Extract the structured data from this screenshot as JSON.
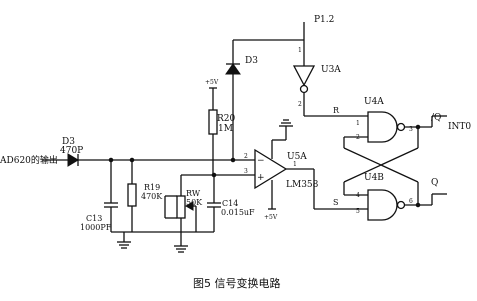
{
  "labels": {
    "input": "AD620的输出",
    "d3_left": "D3",
    "d3_left_value": "470P",
    "d3_top": "D3",
    "p12": "P1.2",
    "u3a": "U3A",
    "v5_top": "+5V",
    "r20": "R20",
    "r20_value": "1M",
    "u5a": "U5A",
    "lm358": "LM358",
    "v5_bottom": "+5V",
    "r19": "R19",
    "r19_value": "470K",
    "rw": "RW",
    "rw_value": "50K",
    "c14": "C14",
    "c14_value": "0.015uF",
    "c13": "C13",
    "c13_value": "1000PF",
    "u4a": "U4A",
    "u4b": "U4B",
    "r": "R",
    "s": "S",
    "q_bar": "/Q",
    "q": "Q",
    "int0": "INT0"
  },
  "pins": {
    "u3a_in": "1",
    "u3a_out": "2",
    "u4a_in1": "1",
    "u4a_in2": "2",
    "u4a_out": "3",
    "u4b_in1": "4",
    "u4b_in2": "5",
    "u4b_out": "6",
    "u5a_inv": "2",
    "u5a_noninv": "3",
    "u5a_out": "1"
  },
  "caption": "图5  信号变换电路"
}
